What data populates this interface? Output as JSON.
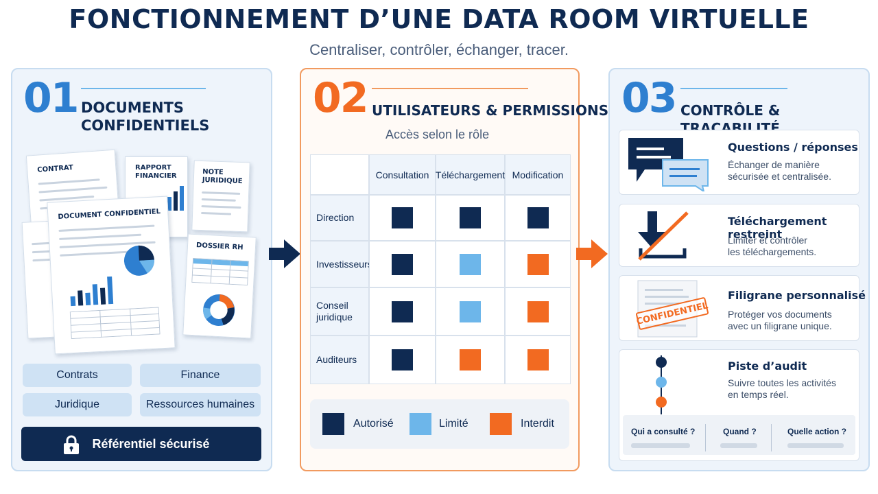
{
  "title": "FONCTIONNEMENT D’UNE DATA ROOM VIRTUELLE",
  "subtitle": "Centraliser, contrôler, échanger, tracer.",
  "colors": {
    "navy": "#0f2a52",
    "blue": "#2e7fd0",
    "light_blue": "#6db6ea",
    "orange": "#f26a21"
  },
  "step1": {
    "number": "01",
    "heading_line1": "DOCUMENTS",
    "heading_line2": "CONFIDENTIELS",
    "docs": {
      "contrat": "CONTRAT",
      "rapport_line1": "RAPPORT",
      "rapport_line2": "FINANCIER",
      "note_line1": "NOTE",
      "note_line2": "JURIDIQUE",
      "confidentiel": "DOCUMENT CONFIDENTIEL",
      "rh": "DOSSIER RH"
    },
    "tags": [
      "Contrats",
      "Finance",
      "Juridique",
      "Ressources humaines"
    ],
    "secure_label": "Référentiel sécurisé"
  },
  "step2": {
    "number": "02",
    "heading": "UTILISATEURS & PERMISSIONS",
    "access_label": "Accès selon le rôle",
    "columns": [
      "Consultation",
      "Téléchargement",
      "Modification"
    ],
    "rows": [
      {
        "role": "Direction",
        "perms": [
          "autorise",
          "autorise",
          "autorise"
        ]
      },
      {
        "role": "Investisseurs",
        "perms": [
          "autorise",
          "limite",
          "interdit"
        ]
      },
      {
        "role": "Conseil juridique",
        "perms": [
          "autorise",
          "limite",
          "interdit"
        ]
      },
      {
        "role": "Auditeurs",
        "perms": [
          "autorise",
          "interdit",
          "interdit"
        ]
      }
    ],
    "legend": {
      "autorise": "Autorisé",
      "limite": "Limité",
      "interdit": "Interdit"
    }
  },
  "step3": {
    "number": "03",
    "heading": "CONTRÔLE & TRAÇABILITÉ",
    "cards": [
      {
        "title": "Questions / réponses",
        "desc_line1": "Échanger de manière",
        "desc_line2": "sécurisée et centralisée."
      },
      {
        "title": "Téléchargement restreint",
        "desc_line1": "Limiter et contrôler",
        "desc_line2": "les téléchargements."
      },
      {
        "title": "Filigrane personnalisé",
        "desc_line1": "Protéger vos documents",
        "desc_line2": "avec un filigrane unique.",
        "stamp": "CONFIDENTIEL"
      },
      {
        "title": "Piste d’audit",
        "desc_line1": "Suivre toutes les activités",
        "desc_line2": "en temps réel."
      }
    ],
    "audit_questions": [
      "Qui a consulté ?",
      "Quand ?",
      "Quelle action ?"
    ]
  }
}
